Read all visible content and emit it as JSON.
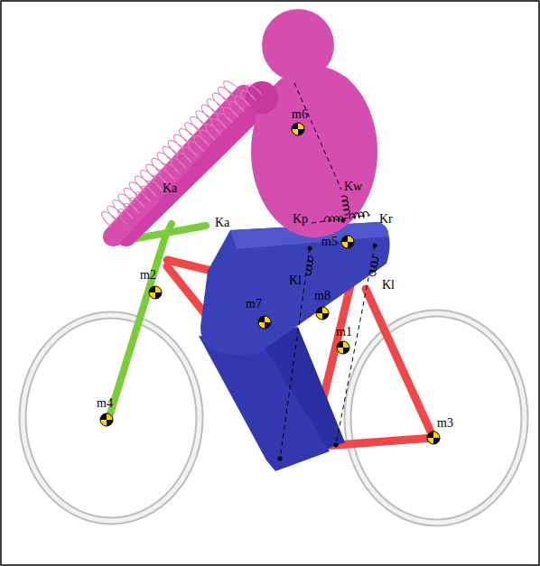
{
  "diagram": {
    "labels": [
      "m6",
      "Kw",
      "Ka",
      "Ka",
      "Kp",
      "Kr",
      "m5",
      "Kl",
      "Kl",
      "m2",
      "m7",
      "m8",
      "m1",
      "m4",
      "m3"
    ]
  }
}
